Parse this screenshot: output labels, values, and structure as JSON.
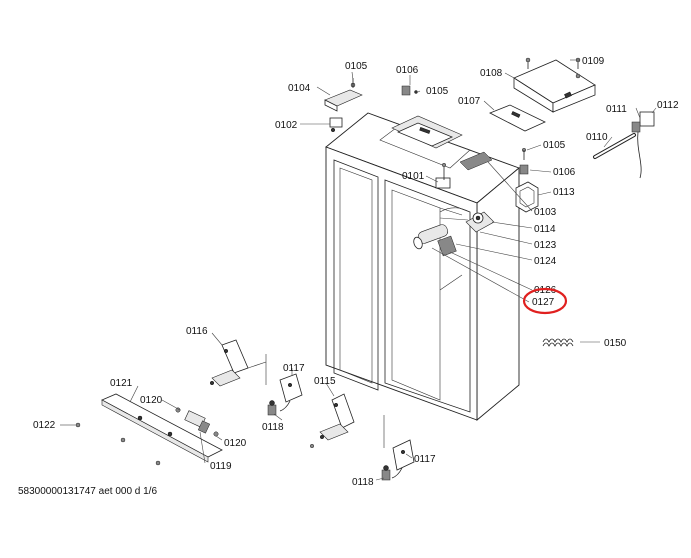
{
  "doc_code": "58300000131747 aet 000 d 1/6",
  "highlight_color": "#e0201f",
  "labels": {
    "p0101": "0101",
    "p0102": "0102",
    "p0103": "0103",
    "p0104": "0104",
    "p0105a": "0105",
    "p0105b": "0105",
    "p0105c": "0105",
    "p0106a": "0106",
    "p0106b": "0106",
    "p0107": "0107",
    "p0108": "0108",
    "p0109": "0109",
    "p0110": "0110",
    "p0111": "0111",
    "p0112": "0112",
    "p0113": "0113",
    "p0114": "0114",
    "p0115": "0115",
    "p0116": "0116",
    "p0117a": "0117",
    "p0117b": "0117",
    "p0118a": "0118",
    "p0118b": "0118",
    "p0119": "0119",
    "p0120a": "0120",
    "p0120b": "0120",
    "p0121": "0121",
    "p0122": "0122",
    "p0123": "0123",
    "p0124": "0124",
    "p0126": "0126",
    "p0127": "0127",
    "p0150": "0150"
  }
}
